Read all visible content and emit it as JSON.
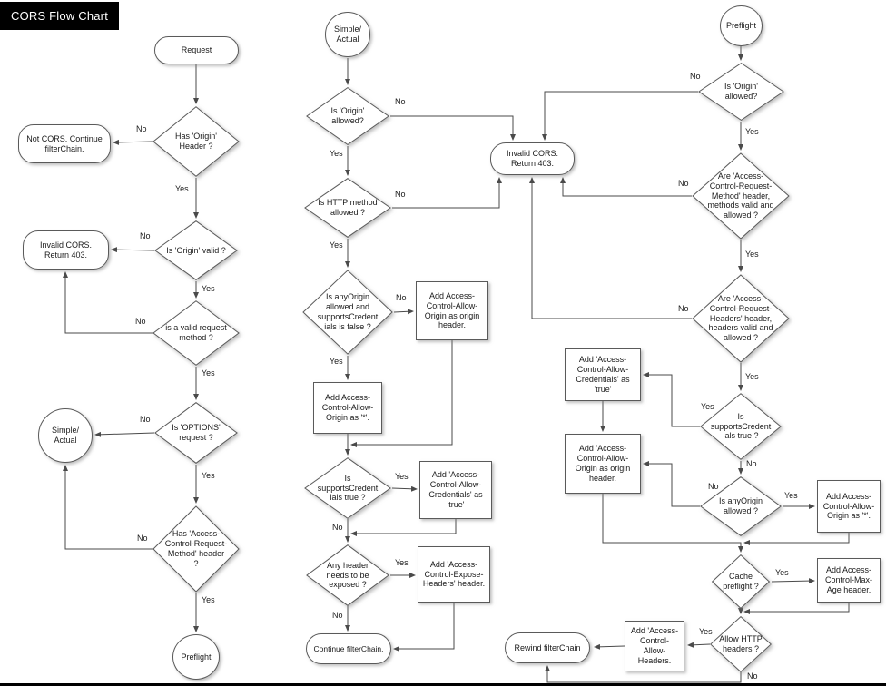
{
  "title": "CORS Flow Chart",
  "labels": {
    "yes": "Yes",
    "no": "No"
  },
  "nodes": {
    "request": {
      "label": "Request"
    },
    "has_origin_header": {
      "label": "Has 'Origin'\nHeader ?"
    },
    "not_cors": {
      "label": "Not CORS. Continue\nfilterChain."
    },
    "origin_valid": {
      "label": "Is 'Origin' valid ?"
    },
    "invalid_cors_left": {
      "label": "Invalid CORS.\nReturn 403."
    },
    "valid_request_method": {
      "label": "is a valid request\nmethod ?"
    },
    "options_request": {
      "label": "Is 'OPTIONS'\nrequest ?"
    },
    "simple_actual_left": {
      "label": "Simple/\nActual"
    },
    "has_acrm_header": {
      "label": "Has 'Access-\nControl-Request-\nMethod' header\n?"
    },
    "preflight_left": {
      "label": "Preflight"
    },
    "simple_actual_top": {
      "label": "Simple/\nActual"
    },
    "origin_allowed_simple": {
      "label": "Is 'Origin'\nallowed?"
    },
    "http_method_allowed": {
      "label": "Is HTTP method\nallowed ?"
    },
    "anyorigin_credentials": {
      "label": "Is anyOrigin\nallowed and\nsupportsCredent\nials is false ?"
    },
    "add_acao_origin_simple": {
      "label": "Add Access-\nControl-Allow-\nOrigin as origin\nheader."
    },
    "add_acao_star_simple": {
      "label": "Add Access-\nControl-Allow-\nOrigin as '*'."
    },
    "supports_credentials_simple": {
      "label": "Is\nsupportsCredent\nials true ?"
    },
    "add_acac_true_simple": {
      "label": "Add 'Access-\nControl-Allow-\nCredentials' as\n'true'"
    },
    "any_header_exposed": {
      "label": "Any header\nneeds to be\nexposed ?"
    },
    "add_expose_headers": {
      "label": "Add 'Access-\nControl-Expose-\nHeaders' header."
    },
    "continue_filterchain": {
      "label": "Continue filterChain."
    },
    "invalid_cors_mid": {
      "label": "Invalid CORS.\nReturn 403."
    },
    "preflight_top": {
      "label": "Preflight"
    },
    "origin_allowed_preflight": {
      "label": "Is 'Origin'\nallowed?"
    },
    "acrm_valid": {
      "label": "Are 'Access-\nControl-Request-\nMethod' header,\nmethods valid and\nallowed ?"
    },
    "acrh_valid": {
      "label": "Are 'Access-\nControl-Request-\nHeaders' header,\nheaders valid and\nallowed ?"
    },
    "add_acac_true_preflight": {
      "label": "Add 'Access-\nControl-Allow-\nCredentials' as\n'true'"
    },
    "supports_credentials_preflight": {
      "label": "Is\nsupportsCredent\nials true ?"
    },
    "add_acao_origin_preflight": {
      "label": "Add 'Access-\nControl-Allow-\nOrigin as origin\nheader."
    },
    "anyorigin_preflight": {
      "label": "Is anyOrigin\nallowed ?"
    },
    "add_acao_star_preflight": {
      "label": "Add Access-\nControl-Allow-\nOrigin as '*'."
    },
    "cache_preflight": {
      "label": "Cache\npreflight ?"
    },
    "add_max_age": {
      "label": "Add Access-\nControl-Max-\nAge header."
    },
    "allow_http_headers": {
      "label": "Allow HTTP\nheaders ?"
    },
    "add_allow_headers": {
      "label": "Add 'Access-\nControl-\nAllow-\nHeaders."
    },
    "rewind_filterchain": {
      "label": "Rewind filterChain"
    }
  }
}
